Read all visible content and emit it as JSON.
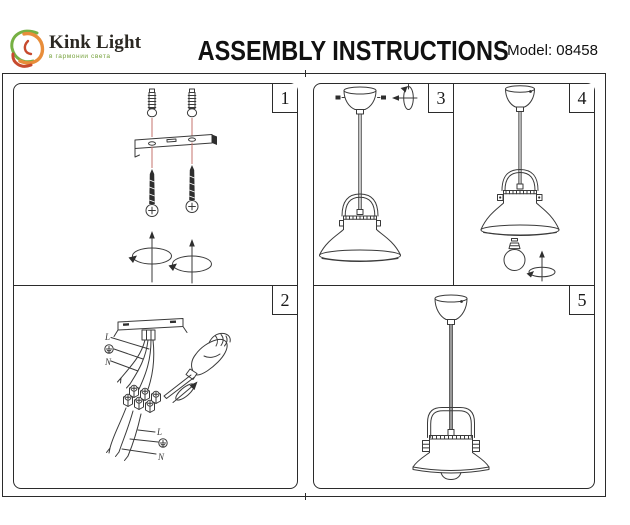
{
  "header": {
    "brand": "Kink Light",
    "tagline": "в гармонии света",
    "title": "ASSEMBLY INSTRUCTIONS",
    "model": "Model: 08458"
  },
  "steps": [
    {
      "number": "1"
    },
    {
      "number": "2"
    },
    {
      "number": "3"
    },
    {
      "number": "4"
    },
    {
      "number": "5"
    }
  ],
  "wiring_labels": {
    "line": "L",
    "earth": "⏚",
    "neutral": "N"
  },
  "colors": {
    "line_art": "#3a3a3a",
    "guide_red": "#c4736c",
    "border": "#2b2b2b",
    "logo_green": "#76b043",
    "logo_orange": "#e88d3a",
    "logo_red": "#c74a2e",
    "tagline_green": "#76a23c",
    "text": "#111111"
  }
}
